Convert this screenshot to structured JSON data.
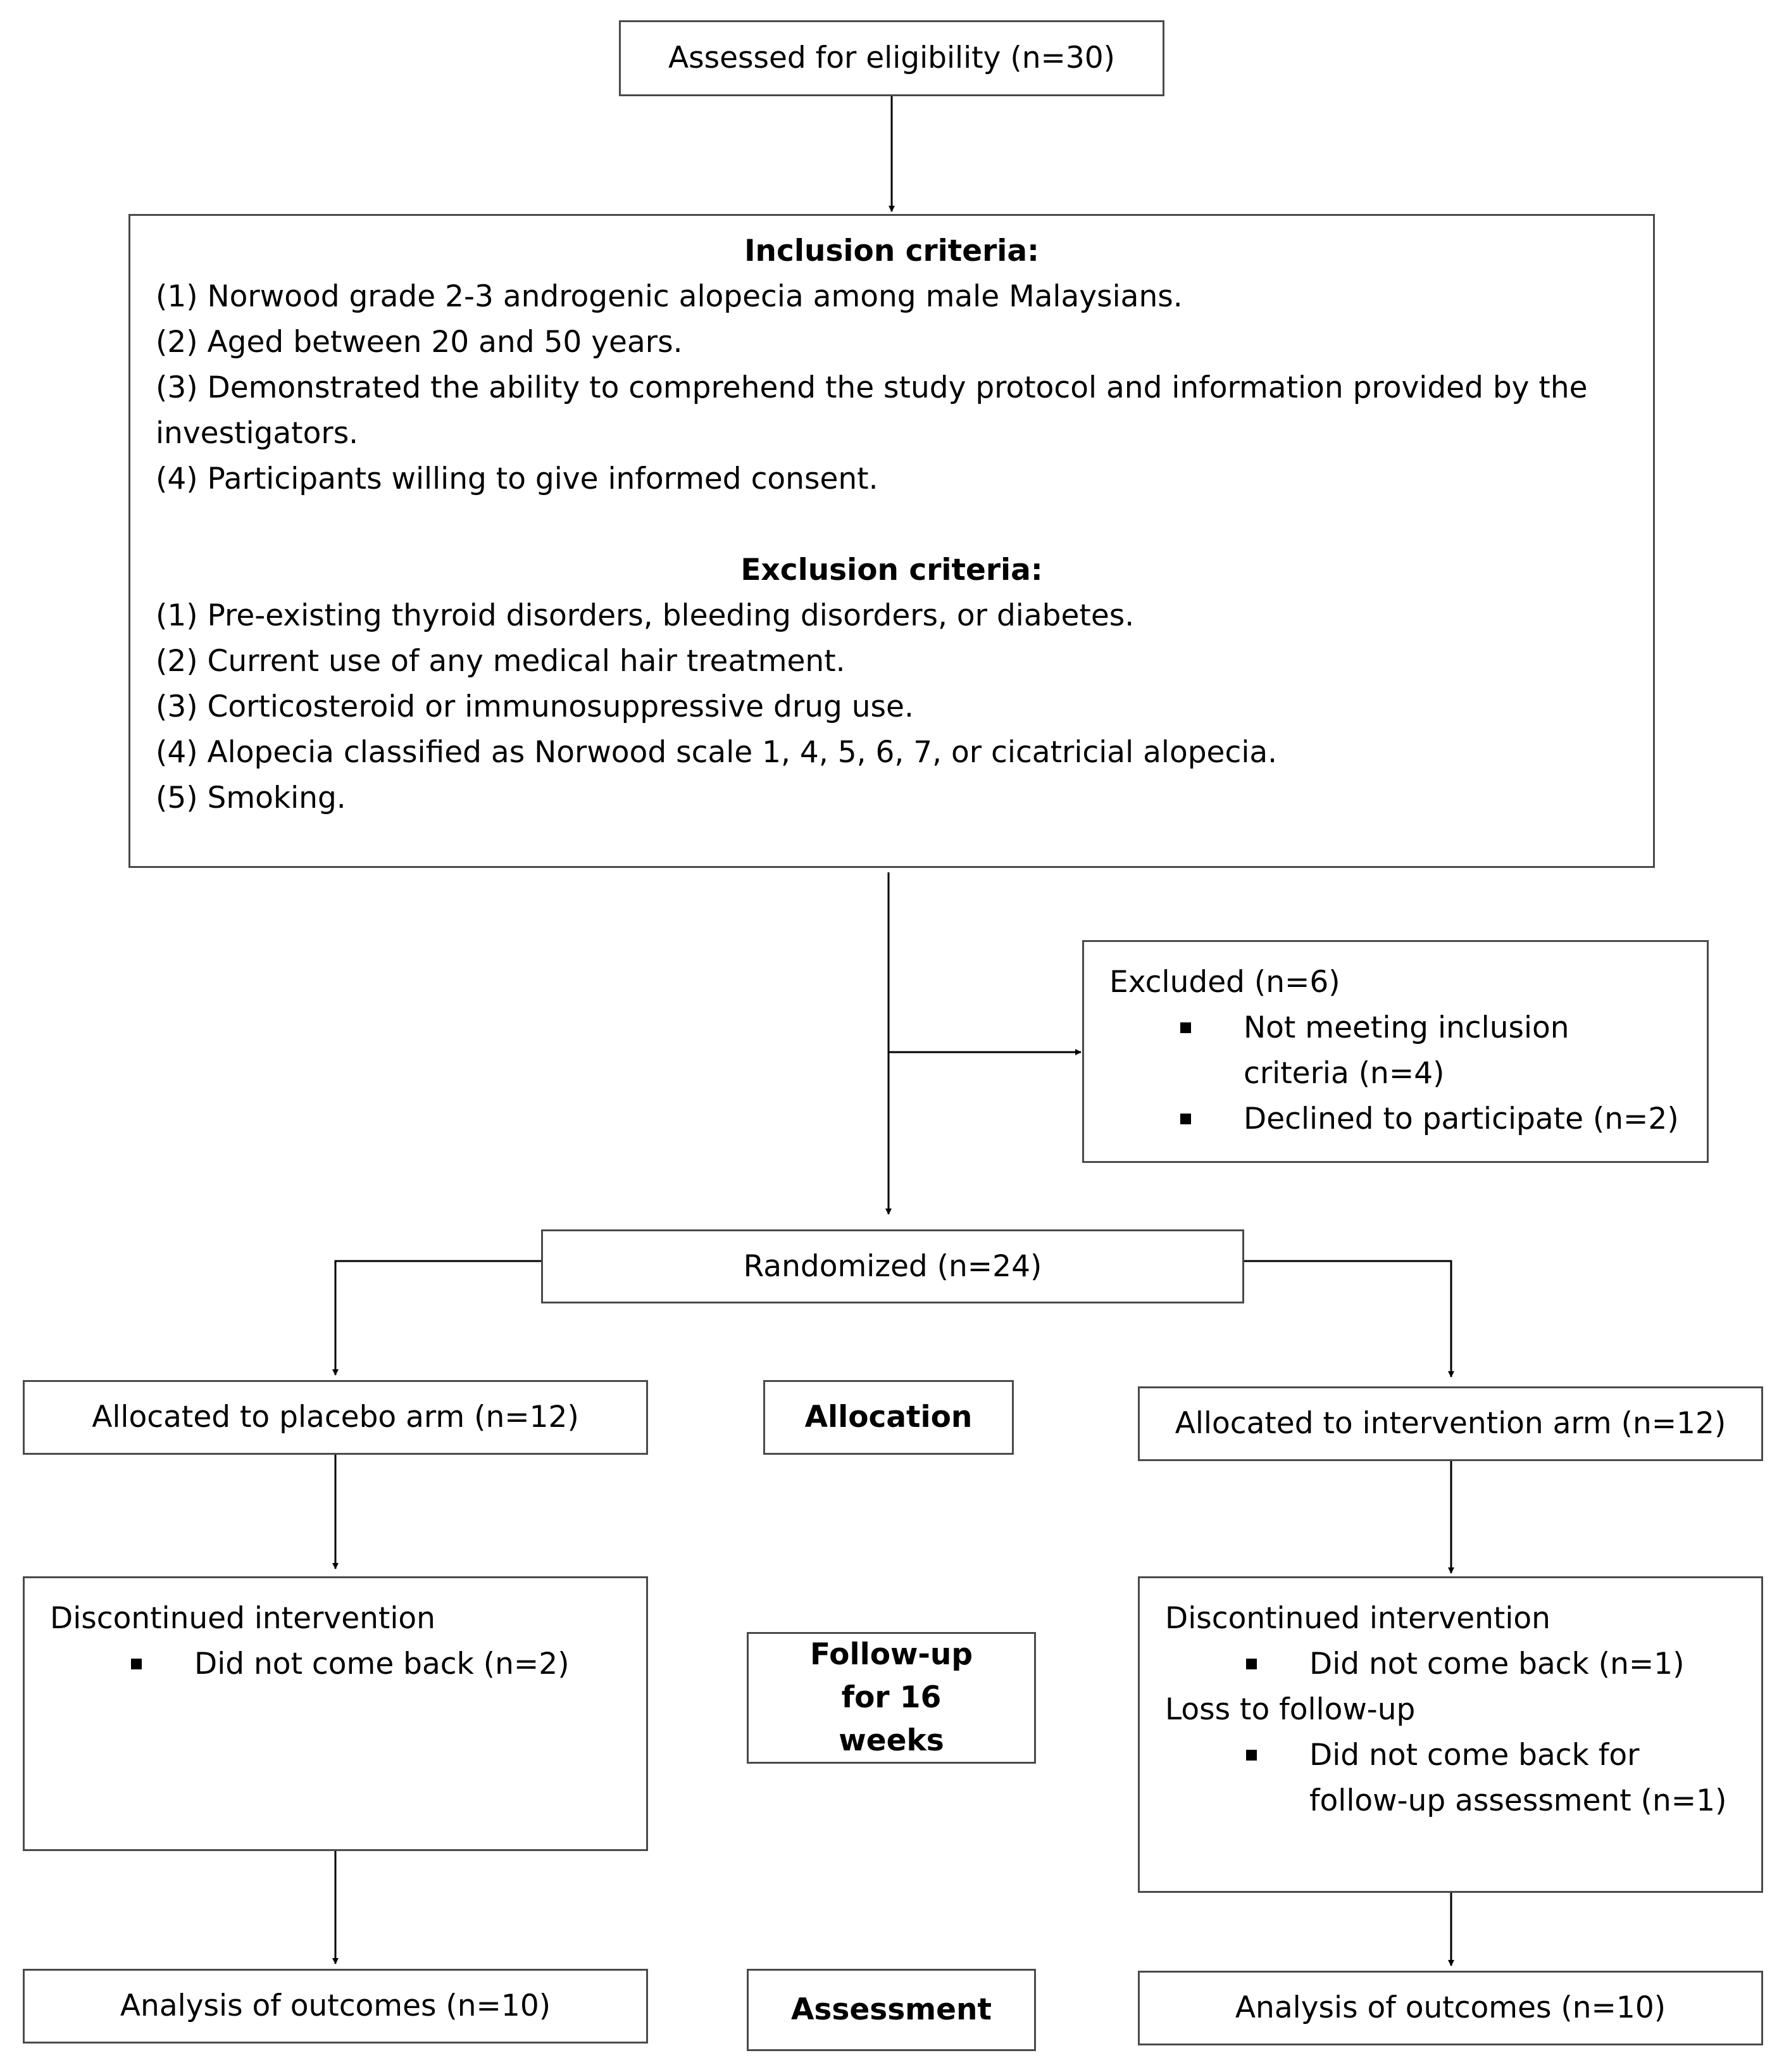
{
  "enrollment": {
    "assessed": "Assessed for eligibility (n=30)"
  },
  "criteria": {
    "inclusion_title": "Inclusion criteria:",
    "inclusion_items": [
      "(1) Norwood grade 2-3 androgenic alopecia among male Malaysians.",
      "(2) Aged between 20 and 50 years.",
      "(3) Demonstrated the ability to comprehend the study protocol and information provided by the investigators.",
      "(4) Participants willing to give informed consent."
    ],
    "exclusion_title": "Exclusion criteria:",
    "exclusion_items": [
      "(1) Pre-existing thyroid disorders, bleeding disorders, or diabetes.",
      "(2) Current use of any medical hair treatment.",
      "(3) Corticosteroid or immunosuppressive drug use.",
      "(4) Alopecia classified as Norwood scale 1, 4, 5, 6, 7, or cicatricial alopecia.",
      "(5) Smoking."
    ]
  },
  "excluded": {
    "title": "Excluded (n=6)",
    "items": [
      "Not meeting inclusion criteria (n=4)",
      "Declined to participate (n=2)"
    ]
  },
  "randomized": "Randomized (n=24)",
  "stages": {
    "allocation": "Allocation",
    "followup": "Follow-up for 16 weeks",
    "assessment": "Assessment"
  },
  "placebo": {
    "allocated": "Allocated to placebo arm (n=12)",
    "discontinued_title": "Discontinued intervention",
    "discontinued_items": [
      "Did not come back (n=2)"
    ],
    "analysis": "Analysis of outcomes (n=10)"
  },
  "intervention": {
    "allocated": "Allocated to intervention arm (n=12)",
    "discontinued_title": "Discontinued intervention",
    "discontinued_items": [
      "Did not come back (n=1)"
    ],
    "loss_title": "Loss to follow-up",
    "loss_items": [
      "Did not come back for follow-up assessment (n=1)"
    ],
    "analysis": "Analysis of outcomes (n=10)"
  }
}
